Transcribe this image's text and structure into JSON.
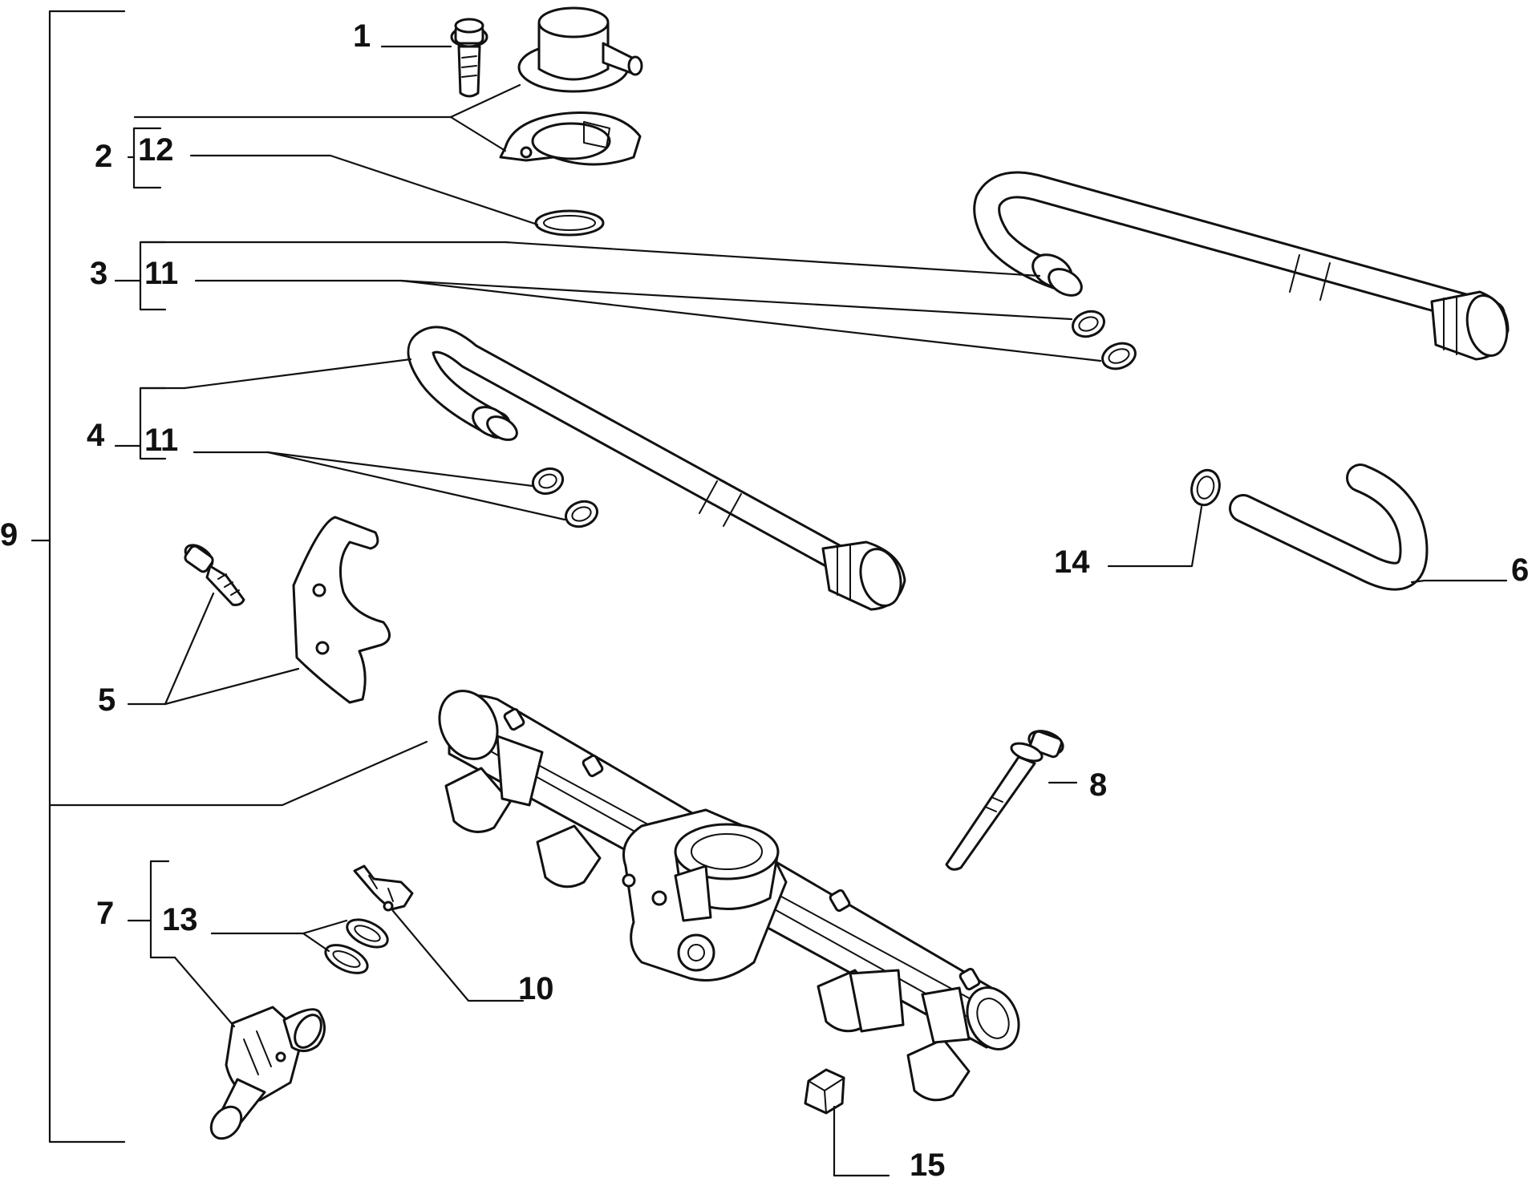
{
  "callouts": {
    "c1": "1",
    "c2": "2",
    "c3": "3",
    "c4": "4",
    "c5": "5",
    "c6": "6",
    "c7": "7",
    "c8": "8",
    "c9": "9",
    "c10": "10",
    "c11a": "11",
    "c11b": "11",
    "c12": "12",
    "c13": "13",
    "c14": "14",
    "c15": "15"
  },
  "parts": [
    "bolt-1",
    "pressure-regulator-2",
    "regulator-bracket-2",
    "o-ring-12",
    "fuel-pipe-3",
    "o-rings-11-upper",
    "fuel-pipe-4",
    "o-rings-11-lower",
    "bolt-5",
    "bracket-5",
    "hose-6",
    "clamp-14",
    "fuel-rail-9",
    "bolt-8",
    "injector-7",
    "seals-13",
    "clip-10",
    "cap-15"
  ]
}
